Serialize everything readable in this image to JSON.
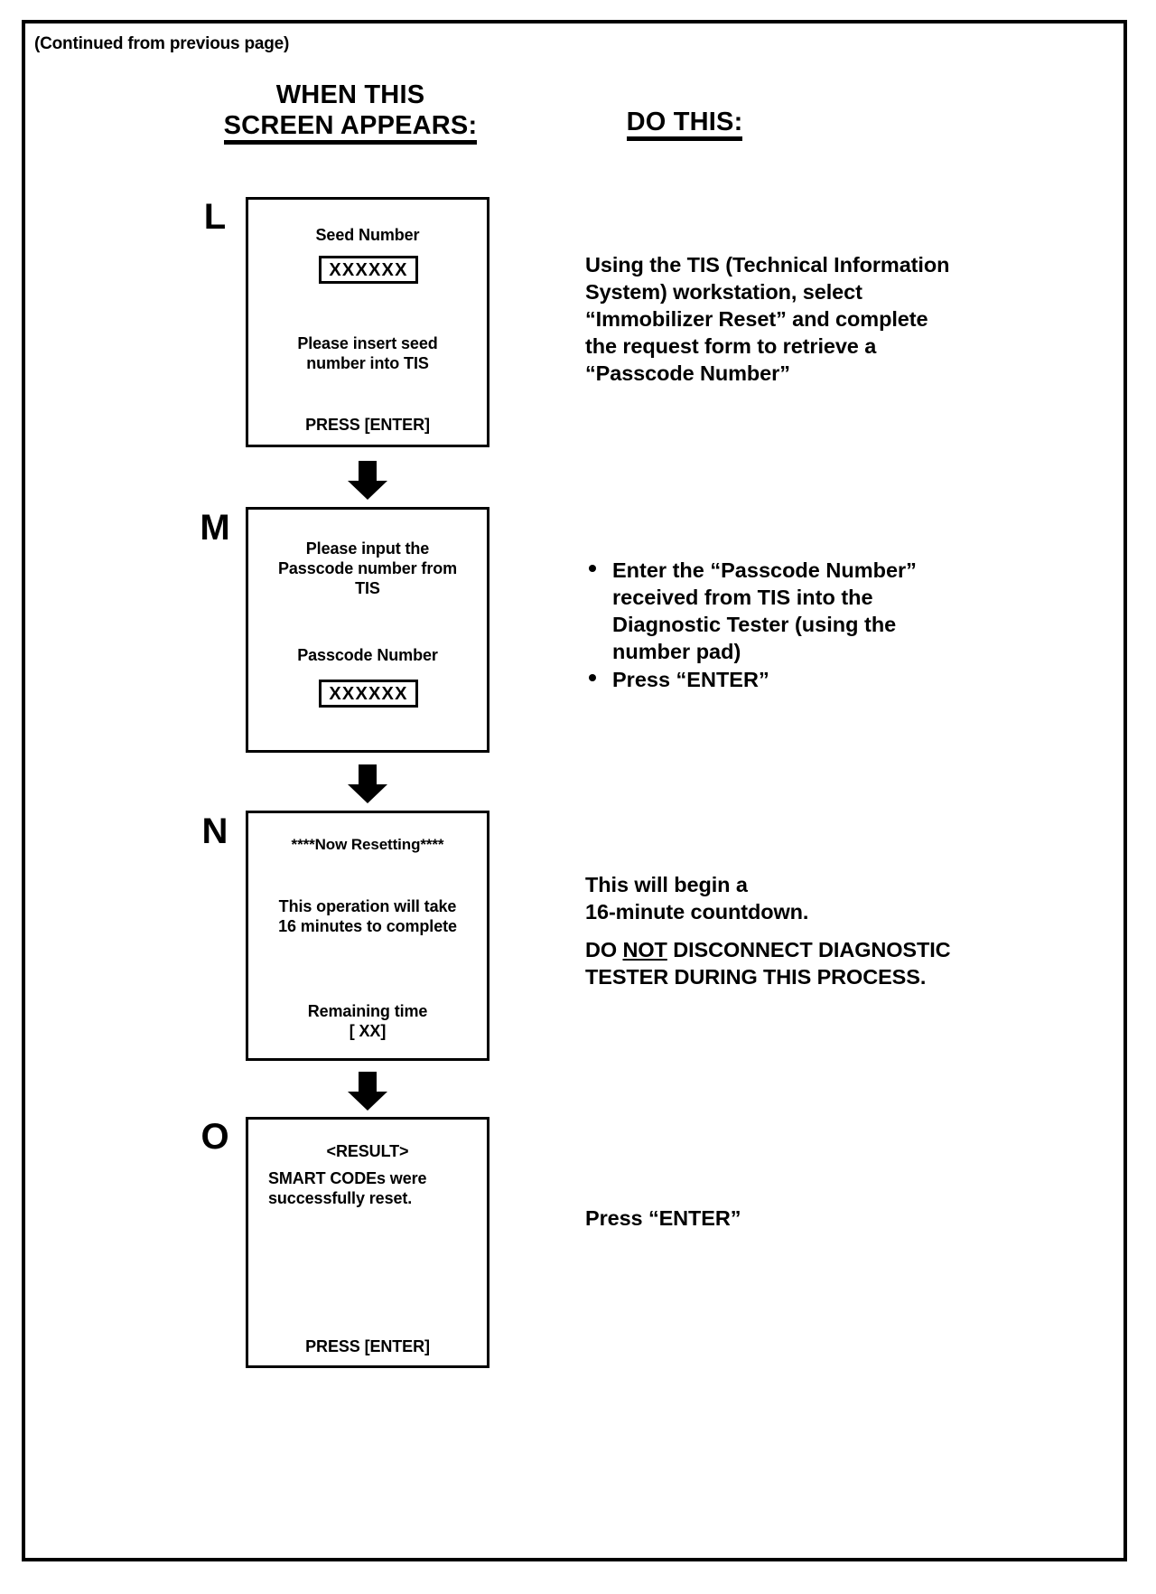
{
  "page": {
    "continued_note": "(Continued from previous page)",
    "column_headers": {
      "left_line1": "WHEN THIS",
      "left_line2": "SCREEN APPEARS:",
      "right": "DO THIS:"
    }
  },
  "steps": [
    {
      "letter": "L",
      "screen": {
        "title": "Seed Number",
        "field_value": "XXXXXX",
        "body_line1": "Please insert seed",
        "body_line2": "number into TIS",
        "footer": "PRESS [ENTER]"
      },
      "instruction": {
        "lines": [
          "Using the TIS (Technical Information",
          "System) workstation, select",
          "“Immobilizer Reset” and complete",
          "the request form to retrieve a",
          "“Passcode Number”"
        ]
      }
    },
    {
      "letter": "M",
      "screen": {
        "body_line1": "Please input the",
        "body_line2": "Passcode number from",
        "body_line3": "TIS",
        "title": "Passcode Number",
        "field_value": "XXXXXX"
      },
      "instruction": {
        "bullets": [
          [
            "Enter the “Passcode Number”",
            "received from TIS into the",
            "Diagnostic Tester (using the",
            "number pad)"
          ],
          [
            "Press “ENTER”"
          ]
        ]
      }
    },
    {
      "letter": "N",
      "screen": {
        "title": "****Now Resetting****",
        "body_line1": "This operation will take",
        "body_line2": "16 minutes to complete",
        "footer_line1": "Remaining time",
        "footer_line2": "[ XX]"
      },
      "instruction": {
        "lines": [
          "This will begin a",
          "16-minute countdown."
        ],
        "warning_pre": "DO ",
        "warning_underlined": "NOT",
        "warning_post1": " DISCONNECT DIAGNOSTIC",
        "warning_post2": "TESTER DURING THIS PROCESS."
      }
    },
    {
      "letter": "O",
      "screen": {
        "title": "<RESULT>",
        "body_line1": "SMART CODEs were",
        "body_line2": "successfully reset.",
        "footer": "PRESS [ENTER]"
      },
      "instruction": {
        "lines": [
          "Press “ENTER”"
        ]
      }
    }
  ],
  "colors": {
    "ink": "#000000",
    "paper": "#ffffff"
  }
}
